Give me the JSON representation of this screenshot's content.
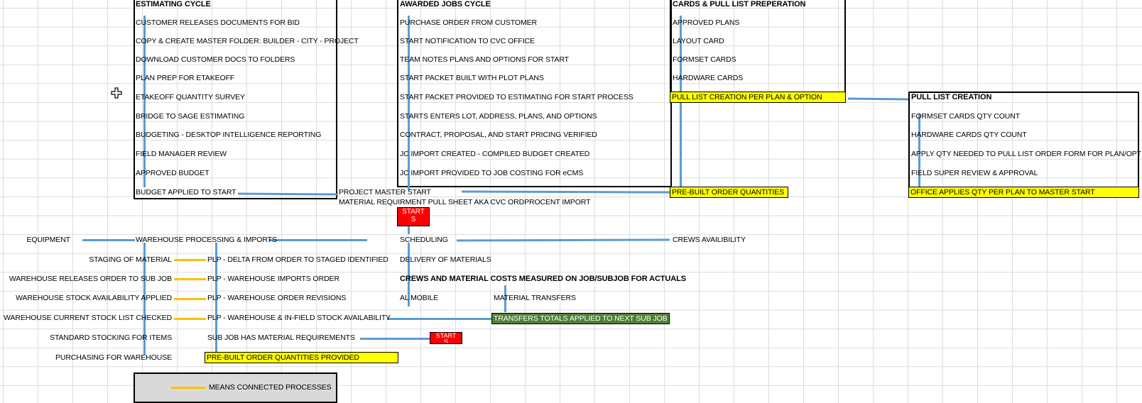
{
  "estimating": {
    "header": "ESTIMATING CYCLE",
    "items": [
      "CUSTOMER RELEASES DOCUMENTS FOR BID",
      "COPY & CREATE MASTER FOLDER: BUILDER - CITY - PROJECT",
      "DOWNLOAD CUSTOMER DOCS TO FOLDERS",
      "PLAN PREP FOR ETAKEOFF",
      "ETAKEOFF QUANTITY SURVEY",
      "BRIDGE TO SAGE ESTIMATING",
      "BUDGETING - DESKTOP INTELLIGENCE REPORTING",
      "FIELD MANAGER REVIEW",
      "APPROVED BUDGET",
      "BUDGET APPLIED TO START"
    ]
  },
  "awarded": {
    "header": "AWARDED JOBS CYCLE",
    "items": [
      "PURCHASE ORDER FROM CUSTOMER",
      "START NOTIFICATION TO CVC OFFICE",
      "TEAM NOTES PLANS AND OPTIONS FOR START",
      "START PACKET BUILT WITH PLOT PLANS",
      "START PACKET PROVIDED TO ESTIMATING FOR START PROCESS",
      "STARTS ENTERS LOT, ADDRESS, PLANS, AND OPTIONS",
      "CONTRACT, PROPOSAL, AND START PRICING VERIFIED",
      "JC IMPORT CREATED - COMPILED BUDGET CREATED",
      "JC IMPORT PROVIDED TO JOB COSTING FOR eCMS"
    ]
  },
  "cards": {
    "header": "CARDS & PULL LIST PREPERATION",
    "items": [
      "APPROVED PLANS",
      "LAYOUT CARD",
      "FORMSET CARDS",
      "HARDWARE CARDS"
    ],
    "highlight": "PULL LIST CREATION PER PLAN & OPTION"
  },
  "pull": {
    "header": "PULL LIST CREATION",
    "items": [
      "FORMSET CARDS QTY COUNT",
      "HARDWARE CARDS QTY COUNT",
      "APPLY QTY NEEDED TO PULL LIST ORDER FORM FOR PLAN/OPT",
      "FIELD SUPER REVIEW & APPROVAL"
    ],
    "highlight": "OFFICE APPLIES QTY PER PLAN TO MASTER START"
  },
  "master": {
    "start": "PROJECT MASTER START",
    "mrp": "MATERIAL REQUIRMENT PULL SHEET AKA CVC ORDPROCENT IMPORT",
    "prebuilt": "PRE-BUILT ORDER QUANTITIES",
    "starts_badge": "START\nS",
    "starts_badge2": "START\nS"
  },
  "mid": {
    "equipment": "EQUIPMENT",
    "warehouse": "WAREHOUSE PROCESSING & IMPORTS",
    "scheduling": "SCHEDULING",
    "crews": "CREWS AVAILIBILITY",
    "delivery": "DELIVERY OF MATERIALS",
    "crews_costs": "CREWS AND MATERIAL COSTS MEASURED ON JOB/SUBJOB FOR ACTUALS",
    "al_mobile": "AL MOBILE",
    "transfers": "MATERIAL TRANSFERS",
    "transfers_totals": "TRANSFERS TOTALS APPLIED TO NEXT SUB JOB"
  },
  "left": [
    "STAGING OF MATERIAL",
    "WAREHOUSE RELEASES ORDER TO SUB JOB",
    "WAREHOUSE STOCK AVAILABILITY APPLIED",
    "WAREHOUSE CURRENT STOCK LIST CHECKED",
    "STANDARD STOCKING FOR ITEMS",
    "PURCHASING FOR WAREHOUSE"
  ],
  "plp": [
    "PLP - DELTA FROM ORDER TO STAGED IDENTIFIED",
    "PLP - WAREHOUSE IMPORTS ORDER",
    "PLP - WAREHOUSE ORDER REVISIONS",
    "PLP - WAREHOUSE & IN-FIELD STOCK AVAILABILITY",
    "SUB JOB HAS MATERIAL REQUIREMENTS"
  ],
  "plp_highlight": "PRE-BUILT ORDER QUANTITIES PROVIDED",
  "legend": {
    "text": "MEANS CONNECTED PROCESSES"
  },
  "colors": {
    "blue_line": "#5b9bd5",
    "yellow": "#ffff00",
    "green": "#4f7f35",
    "red": "#ff0000",
    "orange": "#ffc000"
  },
  "icons": {
    "cursor": "crosshair-cursor-icon"
  }
}
